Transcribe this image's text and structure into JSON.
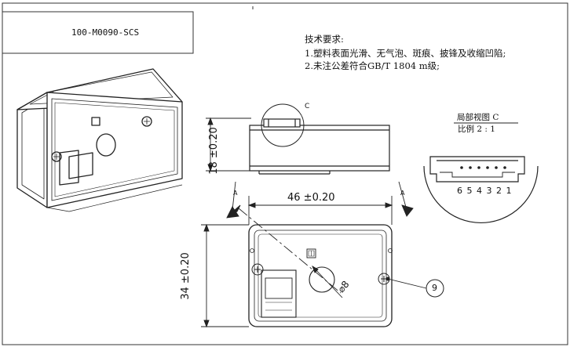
{
  "title_block": {
    "part_number": "100-M0090-SCS"
  },
  "requirements": {
    "heading": "技术要求:",
    "items": [
      "1.塑料表面光滑、无气泡、斑痕、披锋及收缩凹陷;",
      "2.未注公差符合GB/T 1804 m级;"
    ]
  },
  "side_view": {
    "height_dim": "18 ±0.20",
    "detail_callout": "C"
  },
  "detail_view": {
    "title": "局部视图 C",
    "scale": "比例 2 : 1",
    "pin_numbers": "6 5 4 3 2 1"
  },
  "front_view": {
    "width_dim": "46 ±0.20",
    "height_dim": "34 ±0.20",
    "section_mark_left": "A",
    "section_mark_right": "A",
    "diameter_dim": "⌀8",
    "balloon": "9"
  }
}
